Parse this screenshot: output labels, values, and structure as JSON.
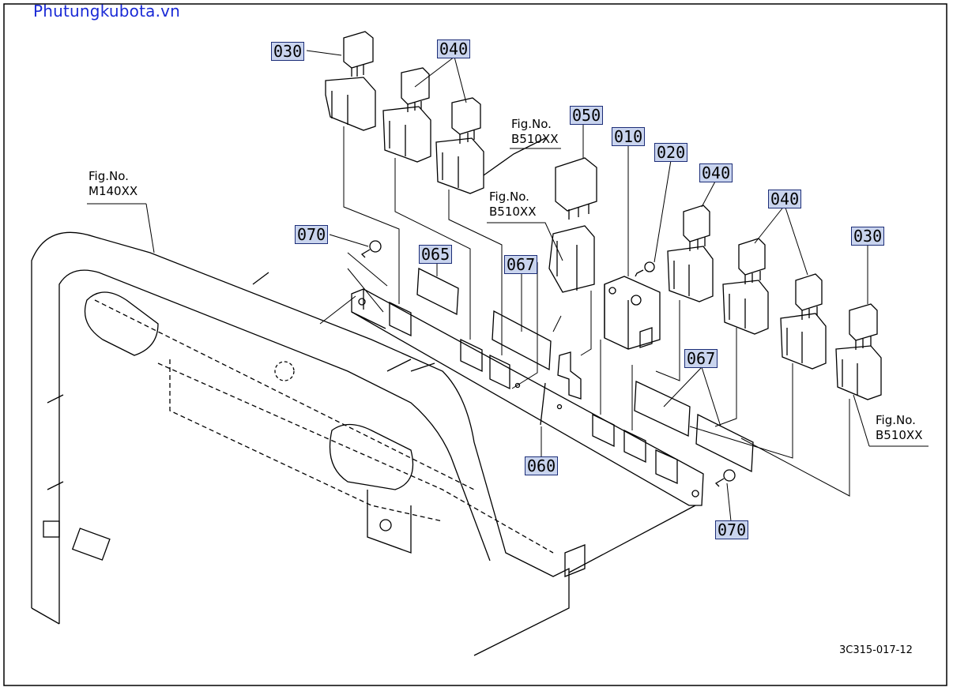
{
  "watermark": "Phutungkubota.vn",
  "drawing_code": "3C315-017-12",
  "callouts": {
    "c030a": "030",
    "c040a": "040",
    "c050": "050",
    "c010": "010",
    "c020": "020",
    "c040b": "040",
    "c040c": "040",
    "c030b": "030",
    "c070a": "070",
    "c065": "065",
    "c067a": "067",
    "c067b": "067",
    "c060": "060",
    "c070b": "070"
  },
  "fig_refs": {
    "m140": {
      "line1": "Fig.No.",
      "line2": "M140XX"
    },
    "b510_top": {
      "line1": "Fig.No.",
      "line2": "B510XX"
    },
    "b510_mid": {
      "line1": "Fig.No.",
      "line2": "B510XX"
    },
    "b510_right": {
      "line1": "Fig.No.",
      "line2": "B510XX"
    }
  }
}
